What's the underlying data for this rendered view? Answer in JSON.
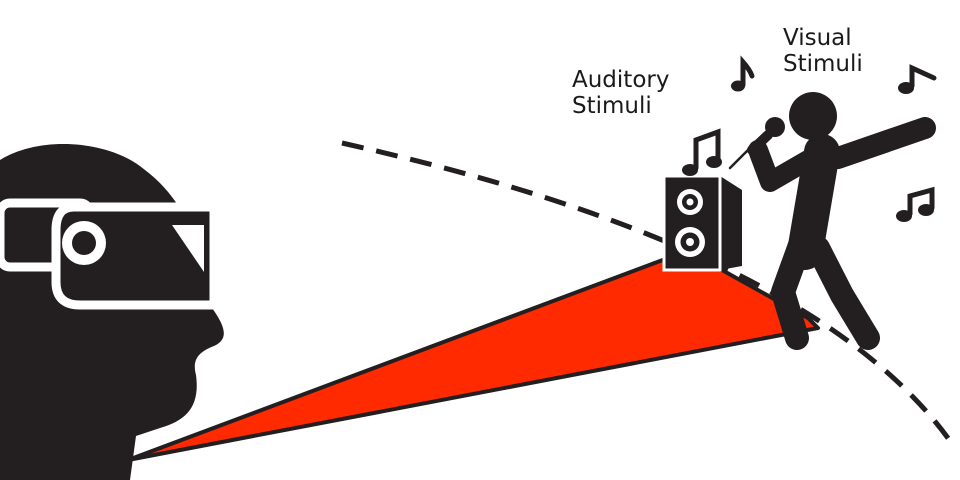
{
  "labels": {
    "auditory": [
      "Auditory",
      "Stimuli"
    ],
    "visual": [
      "Visual",
      "Stimuli"
    ]
  },
  "colors": {
    "ink": "#231f20",
    "gaze_cone": "#ff2a00",
    "background": "#ffffff"
  },
  "icons": [
    "vr-headset-head-icon",
    "speaker-icon",
    "singer-with-microphone-icon",
    "music-note-icon",
    "gaze-cone",
    "field-of-view-boundary"
  ]
}
